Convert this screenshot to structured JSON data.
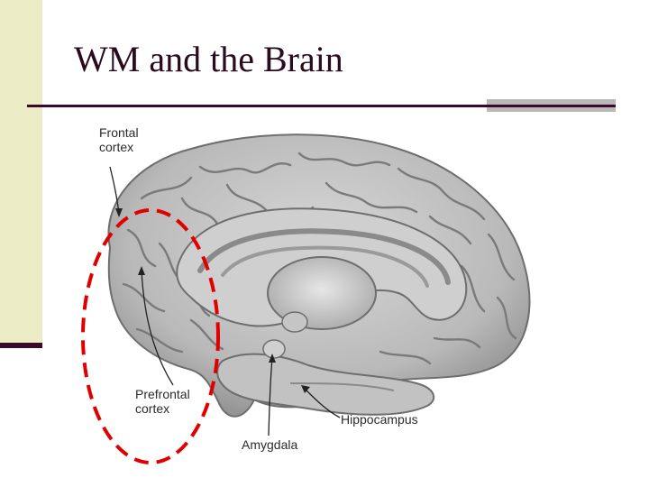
{
  "slide": {
    "title": "WM and the Brain"
  },
  "figure": {
    "labels": {
      "frontal_cortex_line1": "Frontal",
      "frontal_cortex_line2": "cortex",
      "prefrontal_cortex_line1": "Prefrontal",
      "prefrontal_cortex_line2": "cortex",
      "hippocampus": "Hippocampus",
      "amygdala": "Amygdala"
    }
  },
  "colors": {
    "title": "#2a0a1e",
    "rule": "#3b0a2a",
    "sidebar": "#ebebc5",
    "highlight_ellipse": "#e00000"
  }
}
